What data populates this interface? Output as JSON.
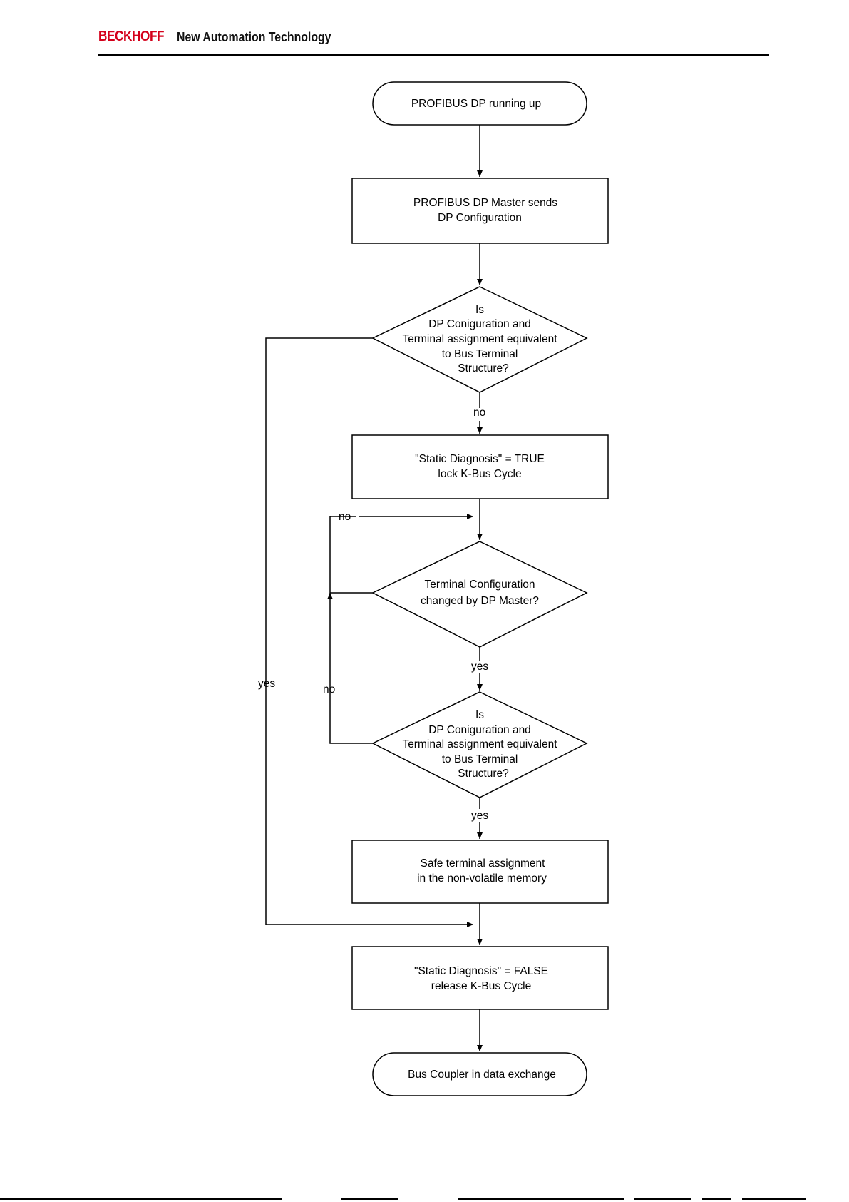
{
  "header": {
    "brand": "BECKHOFF",
    "tagline": "New Automation Technology"
  },
  "flowchart": {
    "start": "PROFIBUS DP running up",
    "master_sends": [
      "PROFIBUS DP Master sends",
      "DP Configuration"
    ],
    "decision_equivalent": [
      "Is",
      "DP Coniguration and",
      "Terminal assignment equivalent",
      "to Bus Terminal",
      "Structure?"
    ],
    "static_diag_true": [
      "\"Static Diagnosis\" = TRUE",
      "lock K-Bus Cycle"
    ],
    "decision_changed": [
      "Terminal Configuration",
      "changed by DP Master?"
    ],
    "decision_equivalent_2": [
      "Is",
      "DP Coniguration and",
      "Terminal assignment equivalent",
      "to Bus Terminal",
      "Structure?"
    ],
    "safe_assignment": [
      "Safe terminal assignment",
      "in the non-volatile memory"
    ],
    "static_diag_false": [
      "\"Static Diagnosis\" = FALSE",
      "release K-Bus Cycle"
    ],
    "end": "Bus Coupler in data exchange",
    "labels": {
      "no_1": "no",
      "yes_left": "yes",
      "no_loop_top": "no",
      "yes_2": "yes",
      "no_loop_side": "no",
      "yes_3": "yes"
    }
  },
  "colors": {
    "brand_red": "#d4001a",
    "line": "#000000"
  }
}
